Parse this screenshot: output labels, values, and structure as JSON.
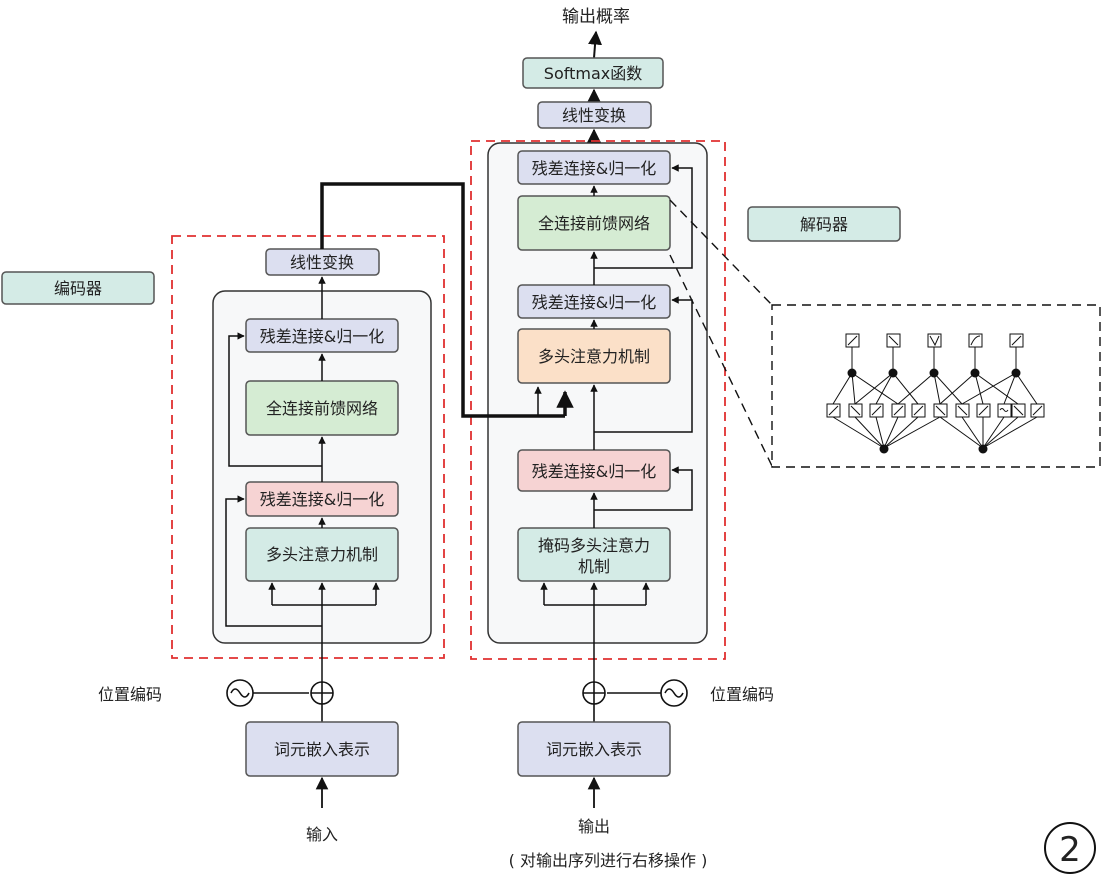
{
  "labels": {
    "output_prob": "输出概率",
    "softmax": "Softmax函数",
    "decoder_linear": "线性变换",
    "encoder_linear": "线性变换",
    "encoder_tag": "编码器",
    "decoder_tag": "解码器",
    "enc_addnorm_top": "残差连接&归一化",
    "enc_ffn": "全连接前馈网络",
    "enc_addnorm_bottom": "残差连接&归一化",
    "enc_mha": "多头注意力机制",
    "dec_addnorm_top": "残差连接&归一化",
    "dec_ffn": "全连接前馈网络",
    "dec_addnorm_mid": "残差连接&归一化",
    "dec_mha": "多头注意力机制",
    "dec_addnorm_bottom": "残差连接&归一化",
    "dec_masked_line1": "掩码多头注意力",
    "dec_masked_line2": "机制",
    "enc_pos": "位置编码",
    "dec_pos": "位置编码",
    "enc_embed": "词元嵌入表示",
    "dec_embed": "词元嵌入表示",
    "input": "输入",
    "output": "输出",
    "output_note": "( 对输出序列进行右移操作 )",
    "page_number": "2"
  },
  "colors": {
    "purple_fill": "#dcdff0",
    "green_fill": "#d5ecd3",
    "pink_fill": "#f6d3d3",
    "orange_fill": "#fbe0c8",
    "teal_fill": "#d4ebe6",
    "dashed_red": "#e03030"
  }
}
